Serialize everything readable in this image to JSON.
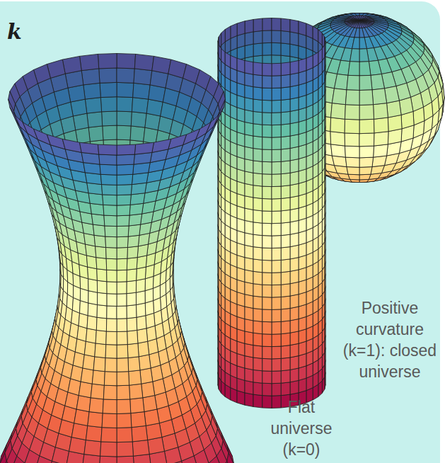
{
  "diagram": {
    "labels": [
      "k",
      "Positive curvature (k=1): closed universe",
      "Flat universe (k=0)"
    ]
  }
}
